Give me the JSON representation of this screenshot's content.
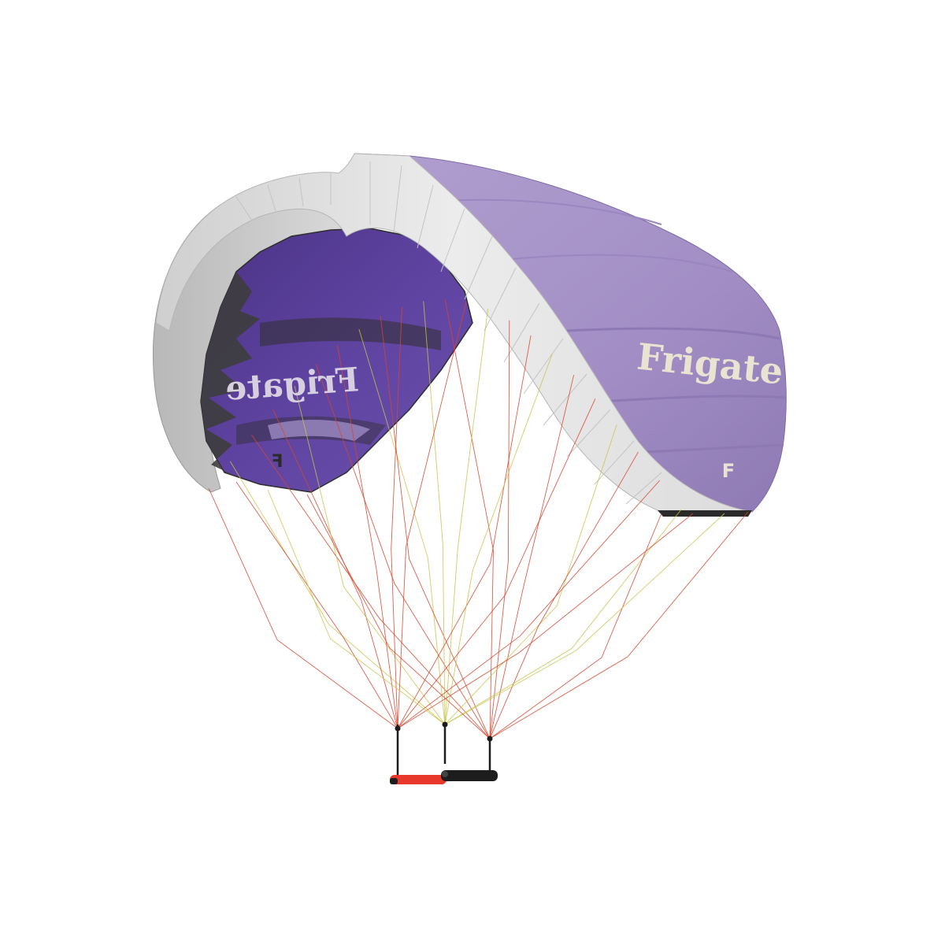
{
  "kite": {
    "brand_outer": "Frigate",
    "brand_inner": "Frigate",
    "logo_outer": "F",
    "logo_inner": "F"
  },
  "colors": {
    "background": "#ffffff",
    "canopy_purple": "#a592c6",
    "canopy_purple_dark": "#8f7ab5",
    "leading_edge": "#e6e6e6",
    "inner_purple": "#5b3f96",
    "inner_shadow": "#3c3c3c",
    "line_red": "#d8442c",
    "line_yellow": "#c9c34a",
    "bar_red": "#e8382c",
    "bar_black": "#1d1d1d",
    "lettering": "#e9e4d2"
  },
  "icons": {
    "control_bar": "control-bar-icon",
    "bridle_lines": "bridle-lines"
  }
}
